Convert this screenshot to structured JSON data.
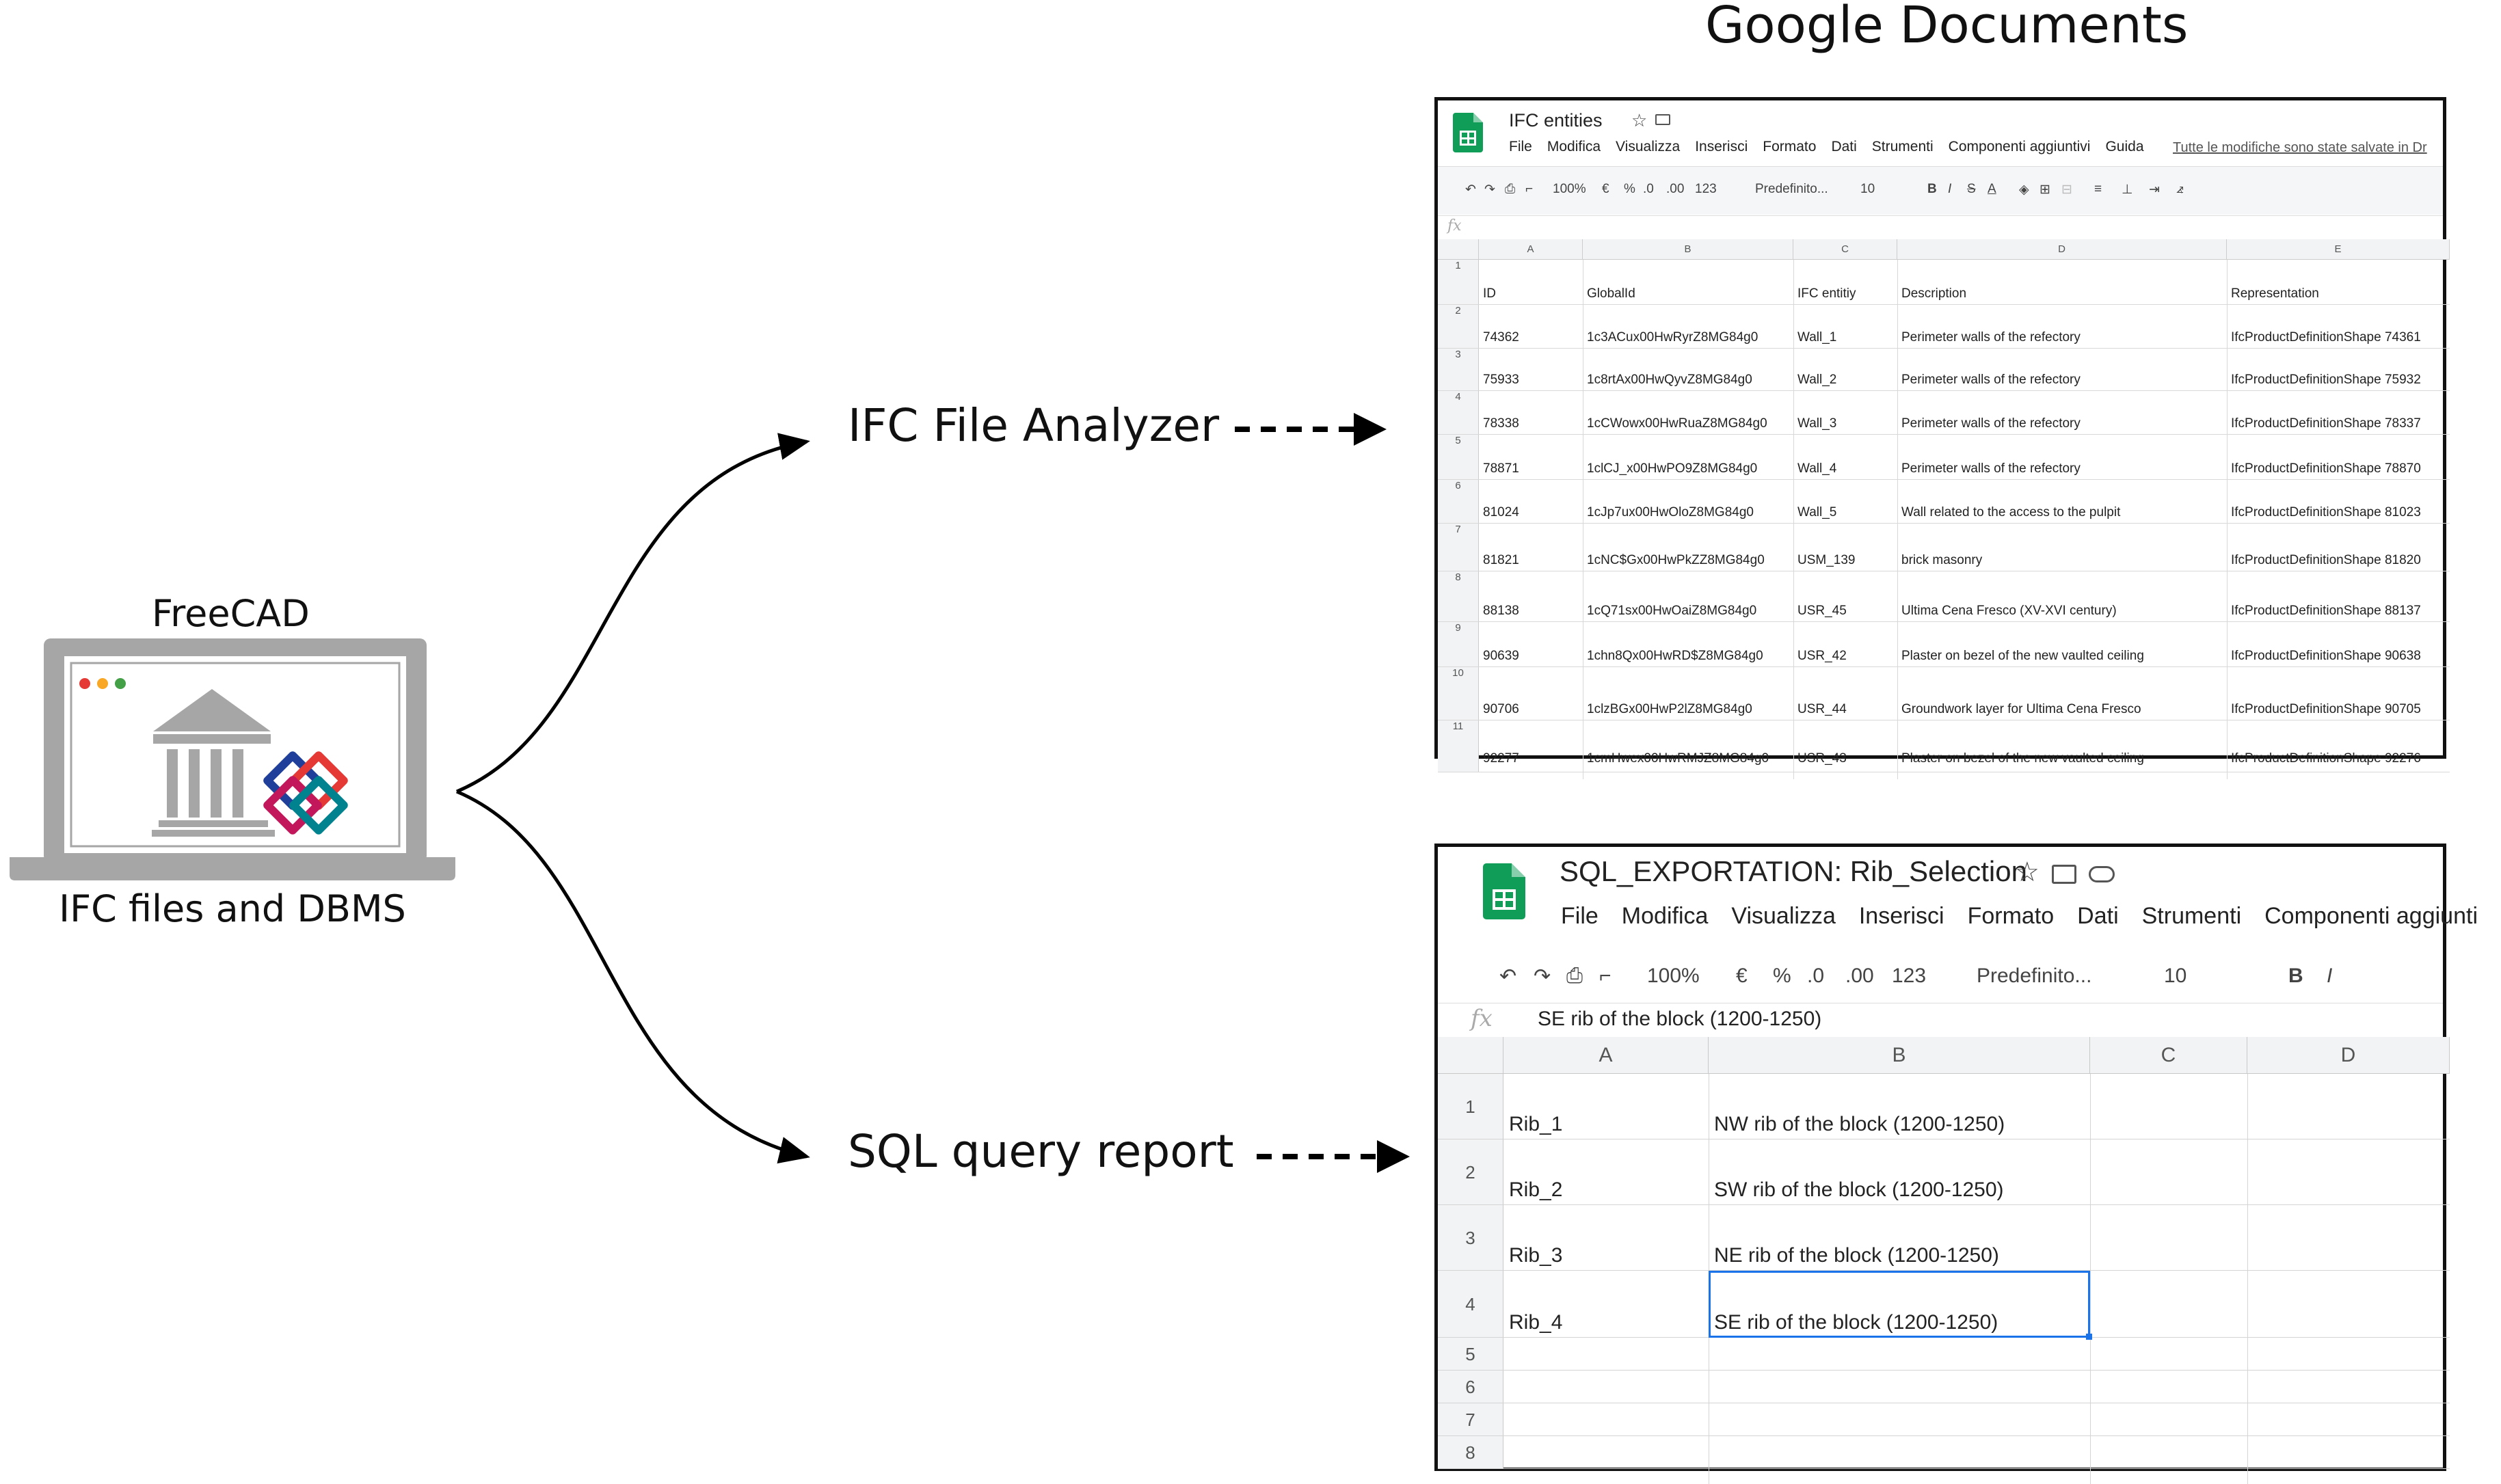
{
  "header": {
    "title": "Google Documents"
  },
  "source": {
    "top_label": "FreeCAD",
    "bottom_label": "IFC files and DBMS"
  },
  "flows": [
    {
      "label": "IFC File Analyzer"
    },
    {
      "label": "SQL query report"
    }
  ],
  "sheet1": {
    "title": "IFC entities",
    "menu": [
      "File",
      "Modifica",
      "Visualizza",
      "Inserisci",
      "Formato",
      "Dati",
      "Strumenti",
      "Componenti aggiuntivi",
      "Guida"
    ],
    "saved_text": "Tutte le modifiche sono state salvate in Dr",
    "toolbar": {
      "zoom": "100%",
      "currency": "€",
      "percent": "%",
      "dec_less": ".0",
      "dec_more": ".00",
      "format": "123",
      "font": "Predefinito...",
      "size": "10",
      "bold": "B",
      "italic": "I",
      "strike": "S",
      "text_color": "A"
    },
    "fx": "fx",
    "col_headers": [
      "A",
      "B",
      "C",
      "D",
      "E"
    ],
    "row_numbers": [
      "1",
      "2",
      "3",
      "4",
      "5",
      "6",
      "7",
      "8",
      "9",
      "10",
      "11"
    ],
    "header_row": [
      "ID",
      "GlobalId",
      "IFC entitiy",
      "Description",
      "Representation"
    ],
    "rows": [
      [
        "74362",
        "1c3ACux00HwRyrZ8MG84g0",
        "Wall_1",
        "Perimeter walls of the refectory",
        "IfcProductDefinitionShape 74361"
      ],
      [
        "75933",
        "1c8rtAx00HwQyvZ8MG84g0",
        "Wall_2",
        "Perimeter walls of the refectory",
        "IfcProductDefinitionShape 75932"
      ],
      [
        "78338",
        "1cCWowx00HwRuaZ8MG84g0",
        "Wall_3",
        "Perimeter walls of the refectory",
        "IfcProductDefinitionShape 78337"
      ],
      [
        "78871",
        "1clCJ_x00HwPO9Z8MG84g0",
        "Wall_4",
        "Perimeter walls of the refectory",
        "IfcProductDefinitionShape 78870"
      ],
      [
        "81024",
        "1cJp7ux00HwOloZ8MG84g0",
        "Wall_5",
        "Wall related to the access to the pulpit",
        "IfcProductDefinitionShape 81023"
      ],
      [
        "81821",
        "1cNC$Gx00HwPkZZ8MG84g0",
        "USM_139",
        "brick masonry",
        "IfcProductDefinitionShape 81820"
      ],
      [
        "88138",
        "1cQ71sx00HwOaiZ8MG84g0",
        "USR_45",
        "Ultima Cena Fresco (XV-XVI century)",
        "IfcProductDefinitionShape 88137"
      ],
      [
        "90639",
        "1chn8Qx00HwRD$Z8MG84g0",
        "USR_42",
        "Plaster on bezel of the new vaulted ceiling",
        "IfcProductDefinitionShape 90638"
      ],
      [
        "90706",
        "1clzBGx00HwP2lZ8MG84g0",
        "USR_44",
        "Groundwork layer for Ultima Cena Fresco",
        "IfcProductDefinitionShape 90705"
      ],
      [
        "92277",
        "1cmHwex00HwRMJZ8MG84g0",
        "USR_43",
        "Plaster on bezel of the new vaulted ceiling",
        "IfcProductDefinitionShape 92276"
      ]
    ]
  },
  "sheet2": {
    "title": "SQL_EXPORTATION: Rib_Selection",
    "menu": [
      "File",
      "Modifica",
      "Visualizza",
      "Inserisci",
      "Formato",
      "Dati",
      "Strumenti",
      "Componenti aggiunti"
    ],
    "toolbar": {
      "zoom": "100%",
      "currency": "€",
      "percent": "%",
      "dec_less": ".0",
      "dec_more": ".00",
      "format": "123",
      "font": "Predefinito...",
      "size": "10",
      "bold": "B",
      "italic": "I"
    },
    "fx": "fx",
    "formula_value": "SE rib of the block (1200-1250)",
    "col_headers": [
      "A",
      "B",
      "C",
      "D"
    ],
    "row_numbers": [
      "1",
      "2",
      "3",
      "4",
      "5",
      "6",
      "7",
      "8"
    ],
    "rows": [
      [
        "Rib_1",
        "NW rib of the block (1200-1250)"
      ],
      [
        "Rib_2",
        "SW rib of the block (1200-1250)"
      ],
      [
        "Rib_3",
        "NE rib of the block (1200-1250)"
      ],
      [
        "Rib_4",
        "SE rib of the block (1200-1250)"
      ]
    ]
  },
  "colors": {
    "sheets_green": "#0f9d58",
    "selection_blue": "#1a73e8",
    "laptop_gray": "#a6a6a6"
  }
}
